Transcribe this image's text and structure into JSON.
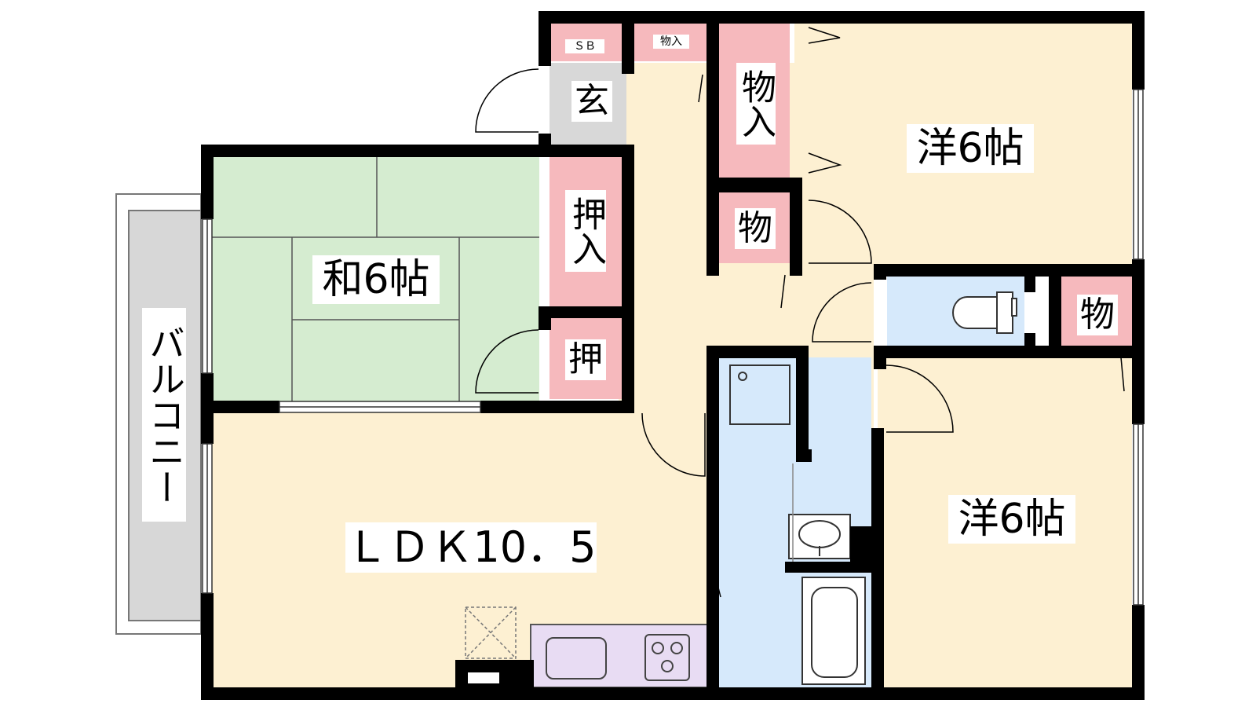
{
  "floorplan": {
    "rooms": {
      "ldk": "ＬＤＫ10．5",
      "japanese_room": "和6帖",
      "western_room_north": "洋6帖",
      "western_room_south": "洋6帖",
      "balcony": "バルコニー",
      "entrance": "玄",
      "shoe_box": "ＳＢ",
      "storage_small_top": "物入",
      "storage_tall": "物入",
      "storage_mid": "物",
      "storage_right": "物",
      "closet_tall": "押入",
      "closet_small": "押"
    },
    "colors": {
      "wall": "#000000",
      "ldk_floor": "#fdf0d2",
      "tatami": "#d5ecd0",
      "storage": "#f6b9bd",
      "wet_area": "#d6e9fb",
      "kitchen": "#e8dcf3",
      "entrance": "#d8d8d8",
      "balcony": "#d7d7d7"
    }
  }
}
